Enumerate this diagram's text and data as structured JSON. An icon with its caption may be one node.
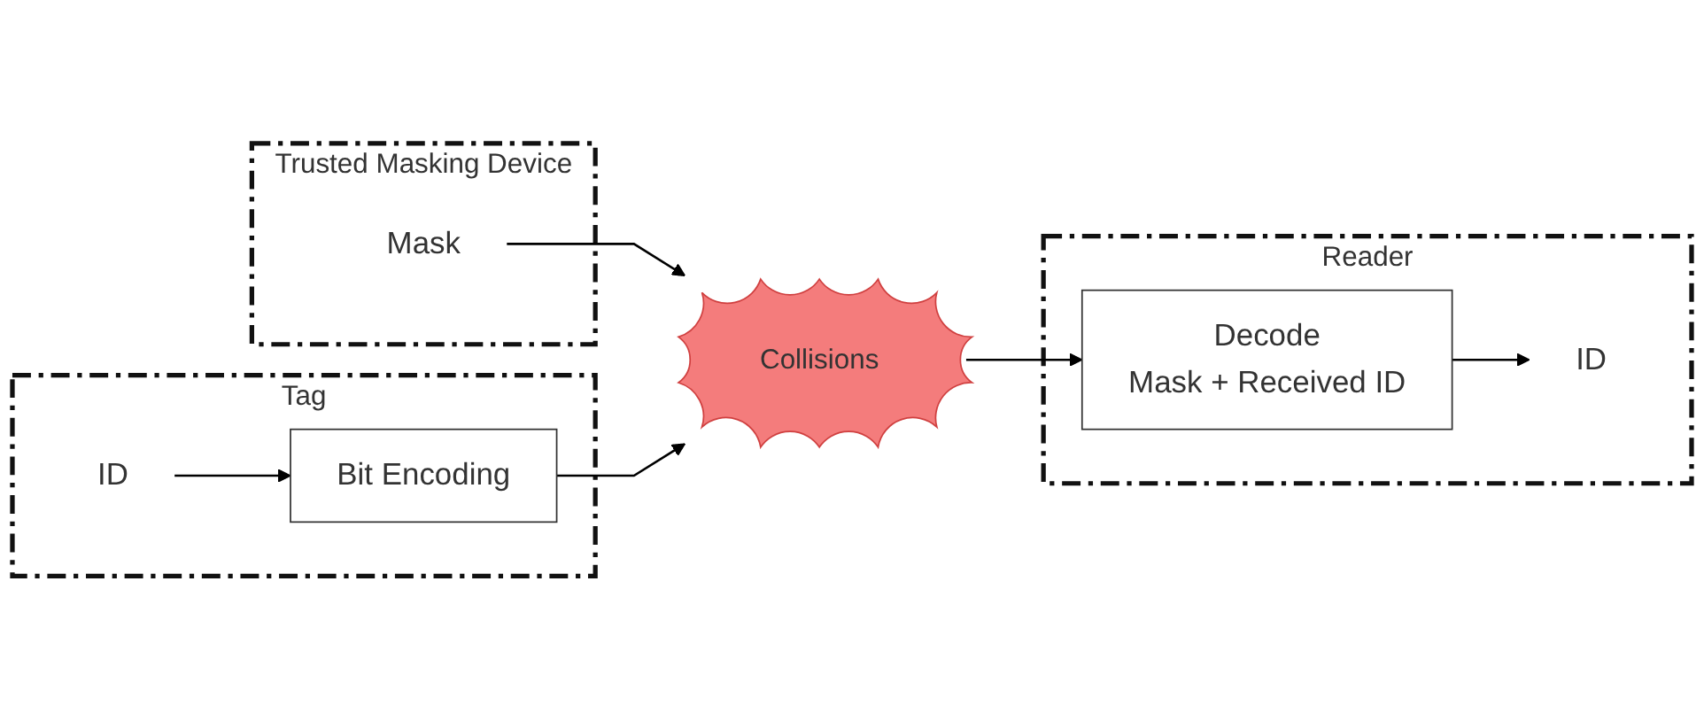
{
  "diagram": {
    "nodes": [
      {
        "text": [
          "Trusted Masking Device"
        ]
      },
      {
        "text": [
          "Mask"
        ],
        "in": 0
      },
      {
        "text": [
          "Tag"
        ]
      },
      {
        "text": [
          "ID"
        ],
        "in": 2
      },
      {
        "text": [
          "Bit Encoding"
        ],
        "in": 2
      },
      {
        "text": [
          "Collisions"
        ]
      },
      {
        "text": [
          "Reader"
        ]
      },
      {
        "text": [
          "Decode",
          "Mask + Received ID"
        ],
        "in": 6
      },
      {
        "text": [
          "ID"
        ],
        "in": 6
      }
    ],
    "edges": [
      {
        "from": 1,
        "to": 5,
        "arrow": "to"
      },
      {
        "from": 3,
        "to": 4,
        "arrow": "to"
      },
      {
        "from": 4,
        "to": 5,
        "arrow": "to"
      },
      {
        "from": 5,
        "to": 7,
        "arrow": "to"
      },
      {
        "from": 7,
        "to": 8,
        "arrow": "to"
      }
    ]
  }
}
